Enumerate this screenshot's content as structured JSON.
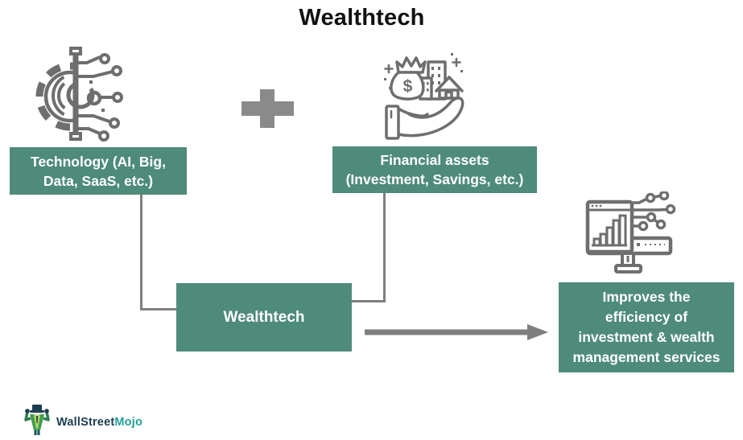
{
  "title": "Wealthtech",
  "diagram": {
    "technology": {
      "label": "Technology (AI, Big,\nData, SaaS, etc.)",
      "icon": "gear-circuit-icon"
    },
    "plus_operator": {
      "icon": "plus-icon"
    },
    "financial_assets": {
      "label": "Financial assets\n(Investment, Savings, etc.)",
      "icon": "hand-holding-assets-icon"
    },
    "wealthtech": {
      "label": "Wealthtech"
    },
    "arrow_operator": {
      "icon": "arrow-right-icon"
    },
    "outcome": {
      "label": "Improves the\nefficiency of\ninvestment & wealth\nmanagement services",
      "icon": "monitor-growth-chart-icon"
    }
  },
  "logo": {
    "brand_primary": "WallStreet",
    "brand_secondary": "Mojo",
    "icon": "mojo-mascot-icon"
  },
  "colors": {
    "box_green": "#4e8b7a",
    "icon_gray": "#6e6e6e",
    "connector_gray": "#7f7f7f",
    "plus_gray": "#8a8a8a",
    "title_black": "#111111",
    "box_text_white": "#ffffff",
    "logo_navy": "#1d3d50",
    "logo_teal": "#1fa096"
  }
}
